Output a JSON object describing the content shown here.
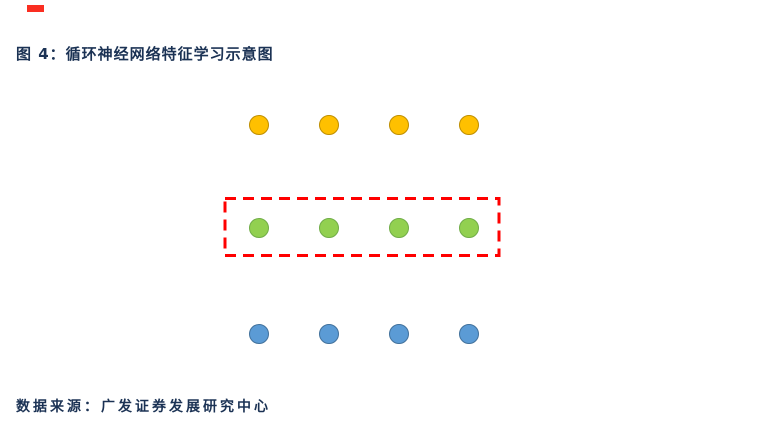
{
  "figure": {
    "title": "图 4：循环神经网络特征学习示意图",
    "title_color": "#1B3254"
  },
  "diagram": {
    "node_columns": 4,
    "layers": [
      {
        "id": "top",
        "description": "top-yellow-nodes",
        "fill": "#FFC000",
        "stroke": "#BF8F00",
        "count": 4
      },
      {
        "id": "middle",
        "description": "middle-green-nodes",
        "fill": "#92D050",
        "stroke": "#70AD47",
        "count": 4
      },
      {
        "id": "bottom",
        "description": "bottom-blue-nodes",
        "fill": "#5B9BD5",
        "stroke": "#41719C",
        "count": 4
      }
    ],
    "highlight_box": {
      "layer": "middle",
      "stroke": "#FF0000",
      "style": "dashed"
    }
  },
  "decorations": {
    "red_dash_fragment_color": "#FA2E21"
  },
  "footer": {
    "source": "数据来源：广发证券发展研究中心"
  }
}
